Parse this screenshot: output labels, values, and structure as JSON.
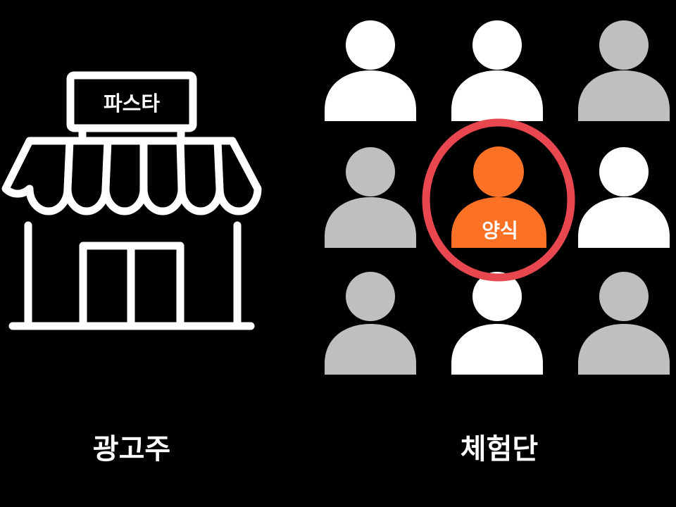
{
  "advertiser": {
    "sign_text": "파스타",
    "caption": "광고주"
  },
  "reviewers": {
    "caption": "체험단",
    "highlight_label": "양식",
    "grid": [
      [
        "white",
        "white",
        "gray"
      ],
      [
        "gray",
        "orange",
        "white"
      ],
      [
        "gray",
        "white",
        "gray"
      ]
    ]
  },
  "colors": {
    "background": "#000000",
    "white": "#ffffff",
    "gray": "#bfbfbf",
    "orange": "#fb7126",
    "ring": "#e8474f"
  }
}
